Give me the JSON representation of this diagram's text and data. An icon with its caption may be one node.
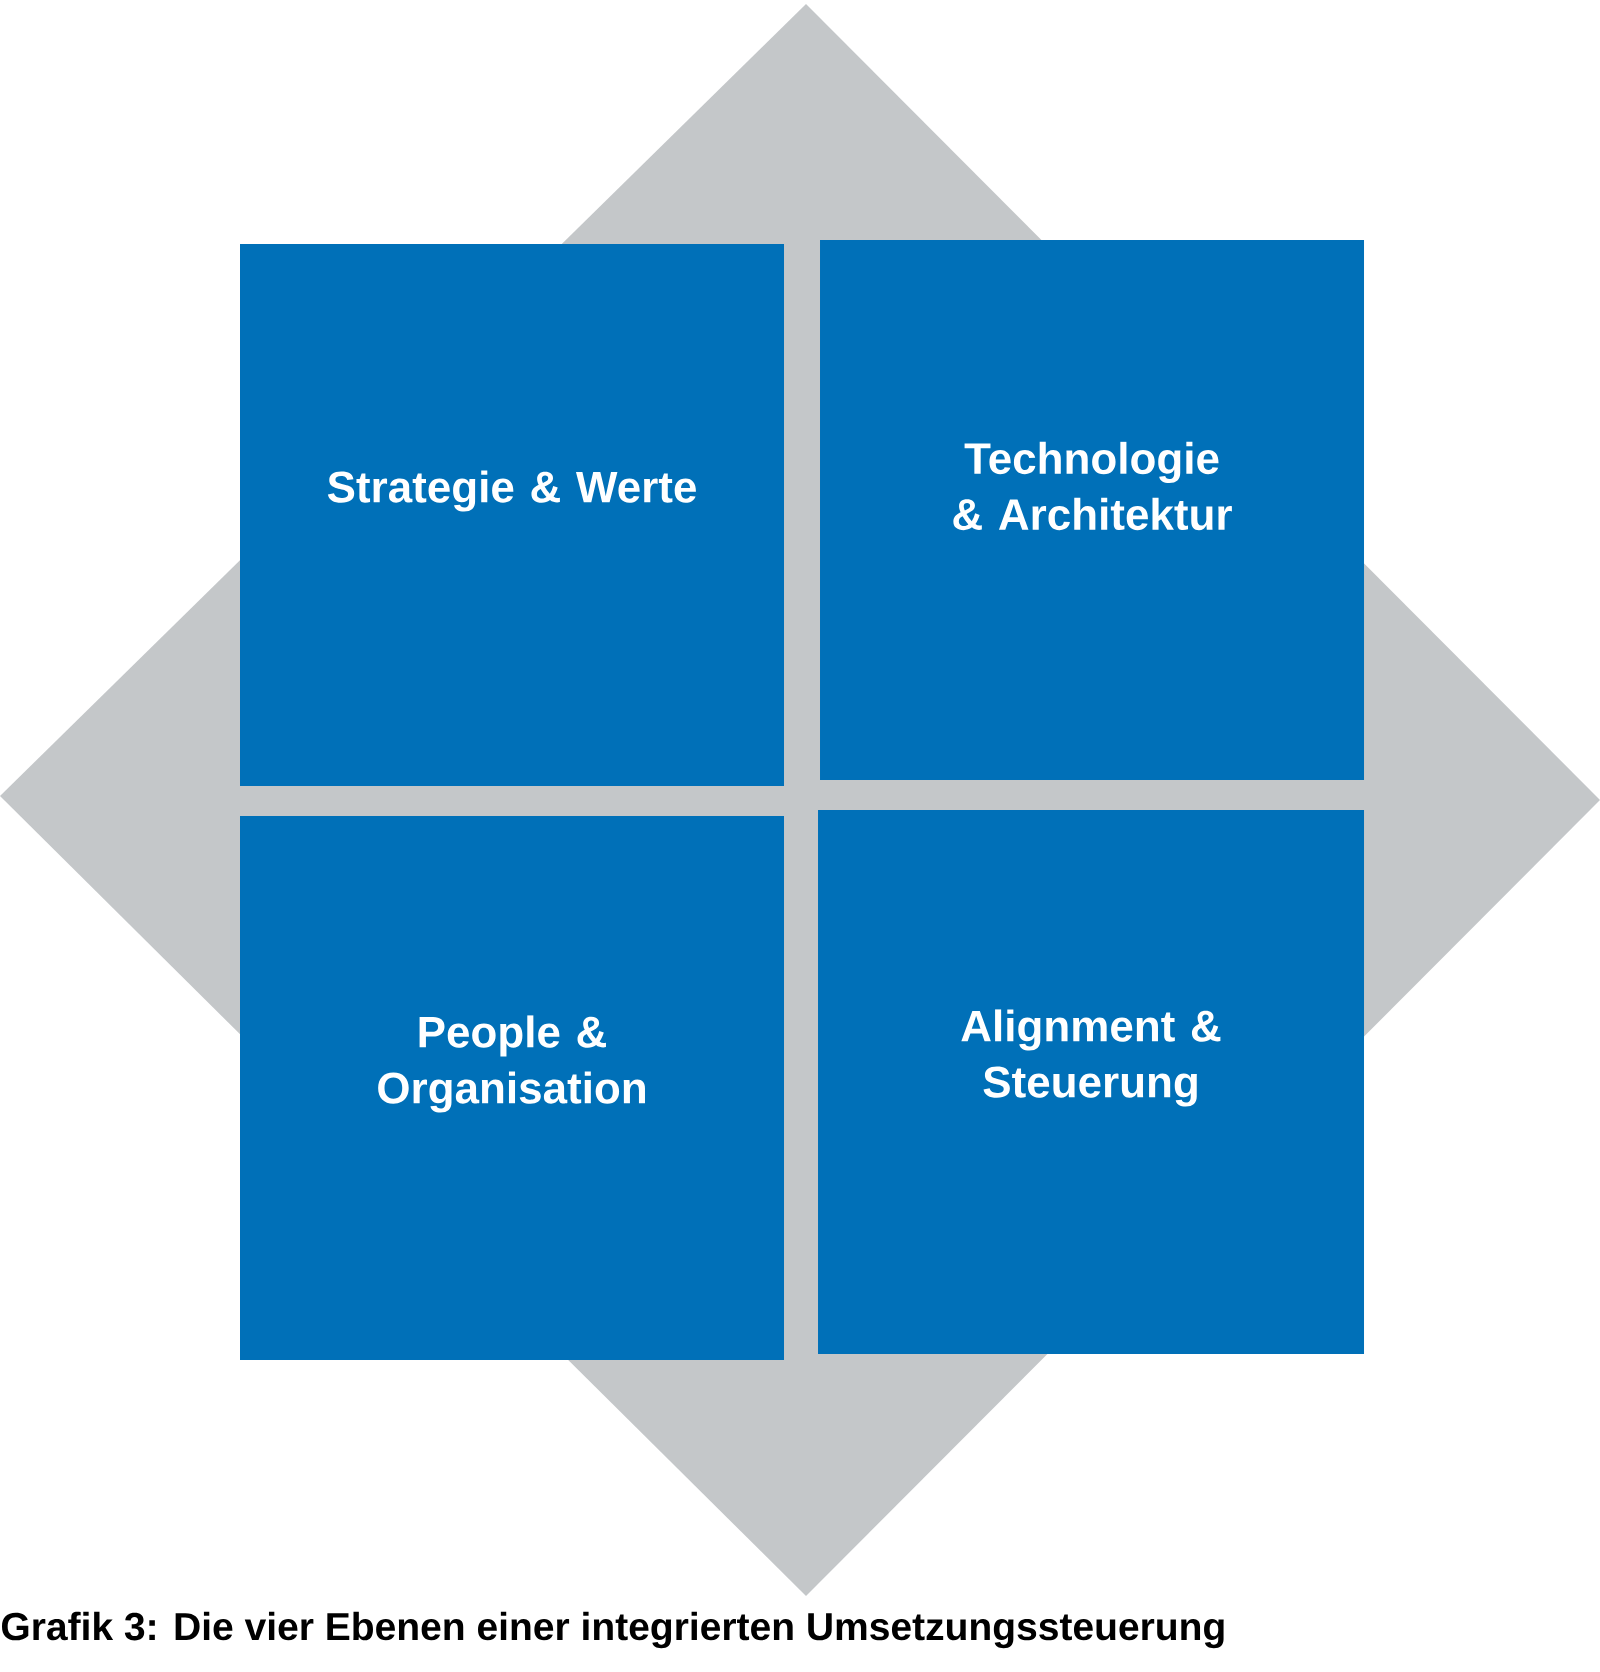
{
  "diagram": {
    "caption": "**Grafik 3:** Die vier Ebenen einer integrierten Umsetzungssteuerung",
    "nodes": [
      {
        "text": [
          "Strategie & Werte"
        ]
      },
      {
        "text": [
          "Technologie & Architektur"
        ]
      },
      {
        "text": [
          "People & Organisation"
        ]
      },
      {
        "text": [
          "Alignment & Steuerung"
        ]
      }
    ]
  }
}
